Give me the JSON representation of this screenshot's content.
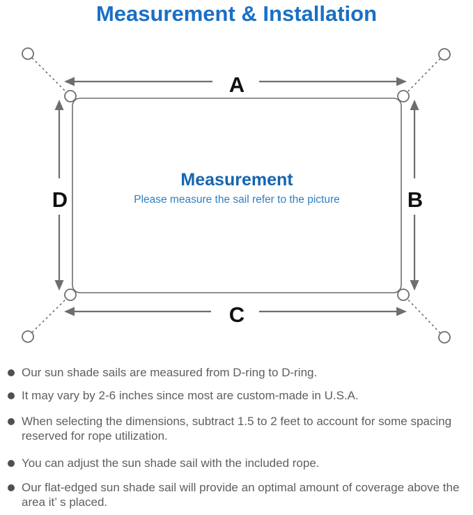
{
  "page": {
    "title": "Measurement & Installation"
  },
  "diagram": {
    "labels": {
      "top": "A",
      "right": "B",
      "bottom": "C",
      "left": "D"
    },
    "center_title": "Measurement",
    "center_subtitle": "Please measure the sail refer to the picture"
  },
  "notes": {
    "items": [
      "Our sun shade sails are measured from D-ring to D-ring.",
      "It may vary by 2-6 inches since most are custom-made in U.S.A.",
      "When selecting the dimensions, subtract 1.5 to 2 feet to account for some spacing reserved for rope utilization.",
      "You can adjust the sun shade sail with the included rope.",
      "Our flat-edged sun shade sail will provide an optimal amount of coverage above the area it’ s placed."
    ]
  },
  "colors": {
    "title_blue": "#1a70c4",
    "heading_blue": "#1565b0",
    "subtitle_blue": "#2e7fc1",
    "line_gray": "#6e6e6e",
    "text_gray": "#5e5e5e"
  }
}
